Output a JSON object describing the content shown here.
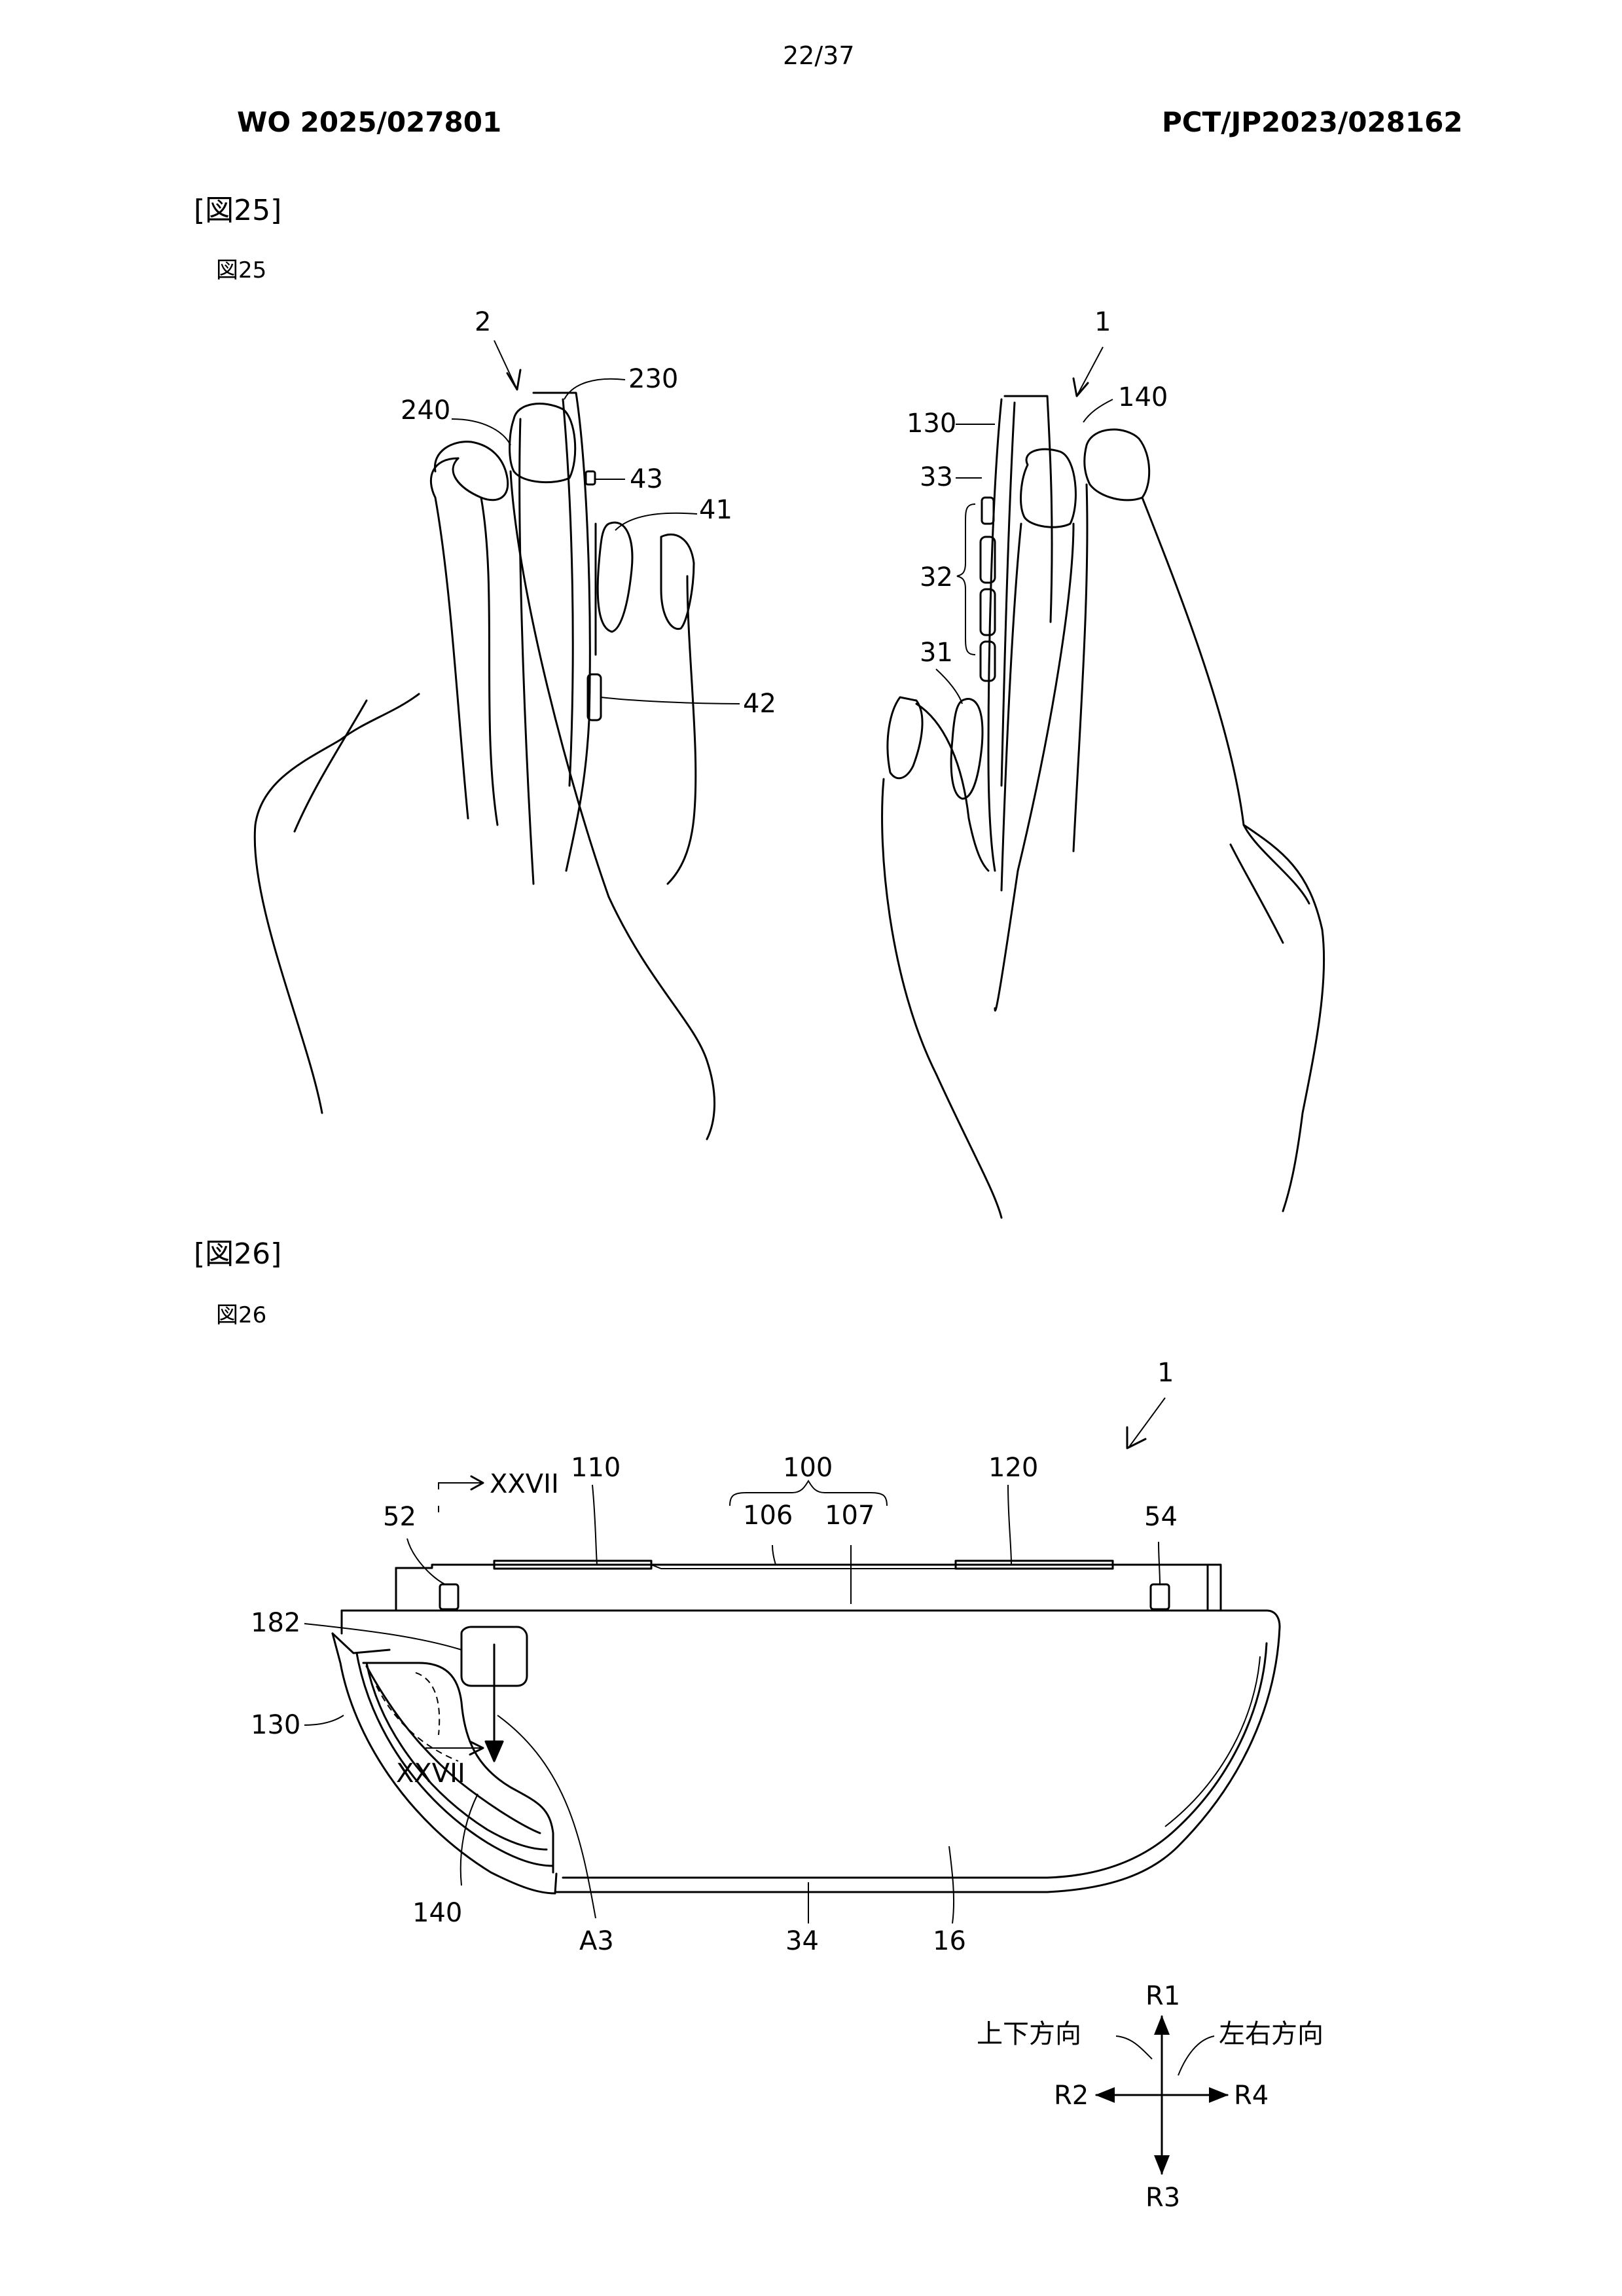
{
  "header": {
    "page_number": "22/37",
    "publication_number": "WO 2025/027801",
    "application_number": "PCT/JP2023/028162"
  },
  "figure25": {
    "bracket_label": "[図25]",
    "caption": "図25",
    "labels": {
      "ref_2": "2",
      "ref_230": "230",
      "ref_240": "240",
      "ref_43": "43",
      "ref_41": "41",
      "ref_42": "42",
      "ref_1": "1",
      "ref_140": "140",
      "ref_130": "130",
      "ref_33": "33",
      "ref_32": "32",
      "ref_31": "31"
    }
  },
  "figure26": {
    "bracket_label": "[図26]",
    "caption": "図26",
    "labels": {
      "ref_1": "1",
      "ref_110": "110",
      "ref_100": "100",
      "ref_120": "120",
      "ref_106": "106",
      "ref_107": "107",
      "ref_52": "52",
      "ref_54": "54",
      "section_top": "XXVII",
      "section_bottom": "XXVII",
      "ref_182": "182",
      "ref_130": "130",
      "ref_140": "140",
      "ref_A3": "A3",
      "ref_34": "34",
      "ref_16": "16"
    },
    "direction_legend": {
      "R1": "R1",
      "R2": "R2",
      "R3": "R3",
      "R4": "R4",
      "vertical_label": "上下方向",
      "horizontal_label": "左右方向"
    }
  }
}
